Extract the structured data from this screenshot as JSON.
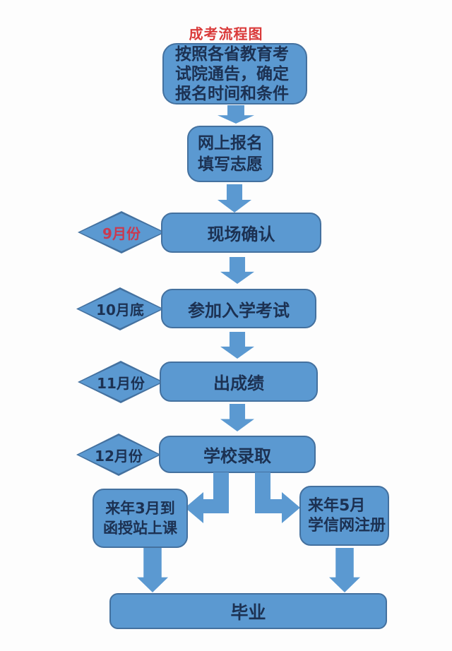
{
  "title": "成考流程图",
  "colors": {
    "node_fill": "#5b99d1",
    "node_border": "#44719f",
    "arrow_fill": "#5b99d1",
    "node_text": "#1c3152",
    "title_red": "#da3b3b",
    "milestone_red": "#c93a50",
    "background": "#fdfdfd"
  },
  "nodes": {
    "notice": {
      "label": "按照各省教育考\n试院通告，确定\n报名时间和条件"
    },
    "register": {
      "label": "网上报名\n填写志愿"
    },
    "confirm": {
      "label": "现场确认"
    },
    "exam": {
      "label": "参加入学考试"
    },
    "results": {
      "label": "出成绩"
    },
    "admission": {
      "label": "学校录取"
    },
    "classes": {
      "label": "来年3月到\n函授站上课"
    },
    "enrollment": {
      "label": "来年5月\n学信网注册"
    },
    "graduate": {
      "label": "毕业"
    }
  },
  "milestones": {
    "september": {
      "label": "9月份"
    },
    "october": {
      "label": "10月底"
    },
    "november": {
      "label": "11月份"
    },
    "december": {
      "label": "12月份"
    }
  }
}
